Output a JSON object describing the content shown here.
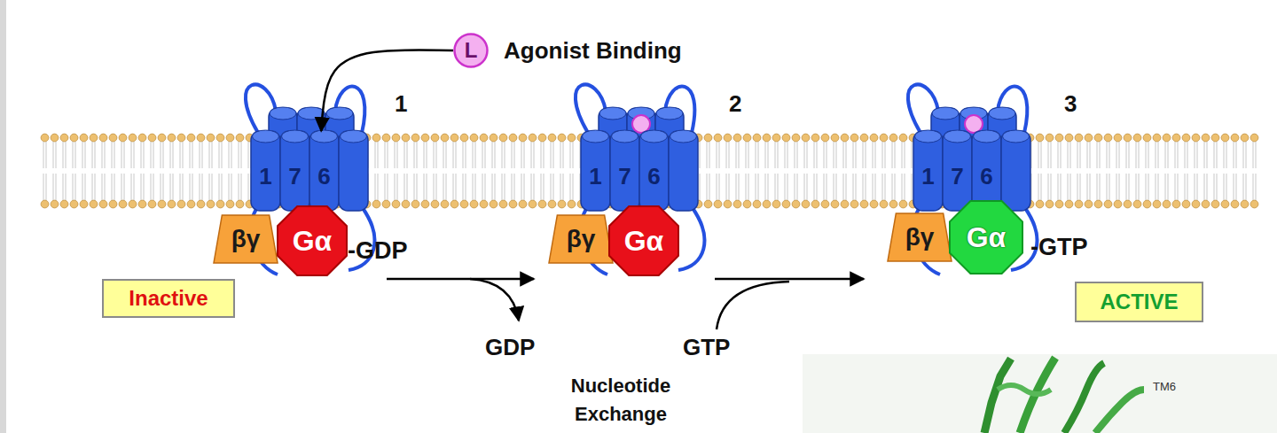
{
  "diagram": {
    "nodes": [
      {
        "text": [
          "L"
        ]
      },
      {
        "text": [
          "1",
          "7",
          "6"
        ]
      },
      {
        "text": [
          "βγ"
        ]
      },
      {
        "text": [
          "Gα"
        ]
      },
      {
        "text": [
          "Inactive"
        ]
      },
      {
        "text": [
          "1",
          "7",
          "6"
        ]
      },
      {
        "text": [
          "βγ"
        ]
      },
      {
        "text": [
          "Gα"
        ]
      },
      {
        "text": [
          "1",
          "7",
          "6"
        ]
      },
      {
        "text": [
          "βγ"
        ]
      },
      {
        "text": [
          "Gα"
        ]
      },
      {
        "text": [
          "ACTIVE"
        ]
      }
    ],
    "edges": [
      {
        "from": 0,
        "to": 1,
        "arrow": "to"
      }
    ],
    "labels": [
      "Agonist Binding",
      "1",
      "2",
      "3",
      "-GDP",
      "GDP",
      "GTP",
      "Nucleotide Exchange",
      "-GTP",
      "TM6"
    ]
  }
}
